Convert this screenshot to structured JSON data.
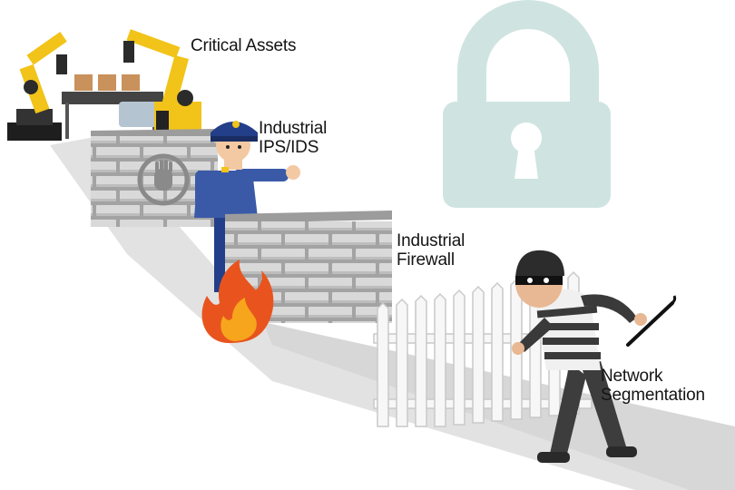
{
  "labels": {
    "critical_assets": "Critical Assets",
    "ips_ids": [
      "Industrial",
      "IPS/IDS"
    ],
    "firewall": [
      "Industrial",
      "Firewall"
    ],
    "segmentation": [
      "Network",
      "Segmentation"
    ]
  },
  "colors": {
    "path": "#e1e1e1",
    "brick_face": "#d4d4d4",
    "brick_shadow": "#9c9c9c",
    "lock": "#cfe4e1",
    "robot": "#f2c318",
    "police": "#243f89",
    "flame_outer": "#e9541e",
    "flame_inner": "#f7a51c",
    "fence": "#f6f6f6",
    "thief_stripe": "#3a3a3a"
  },
  "icons": [
    "padlock-icon",
    "stop-hand-icon",
    "fire-icon",
    "robot-arm-icon",
    "crowbar-icon"
  ]
}
